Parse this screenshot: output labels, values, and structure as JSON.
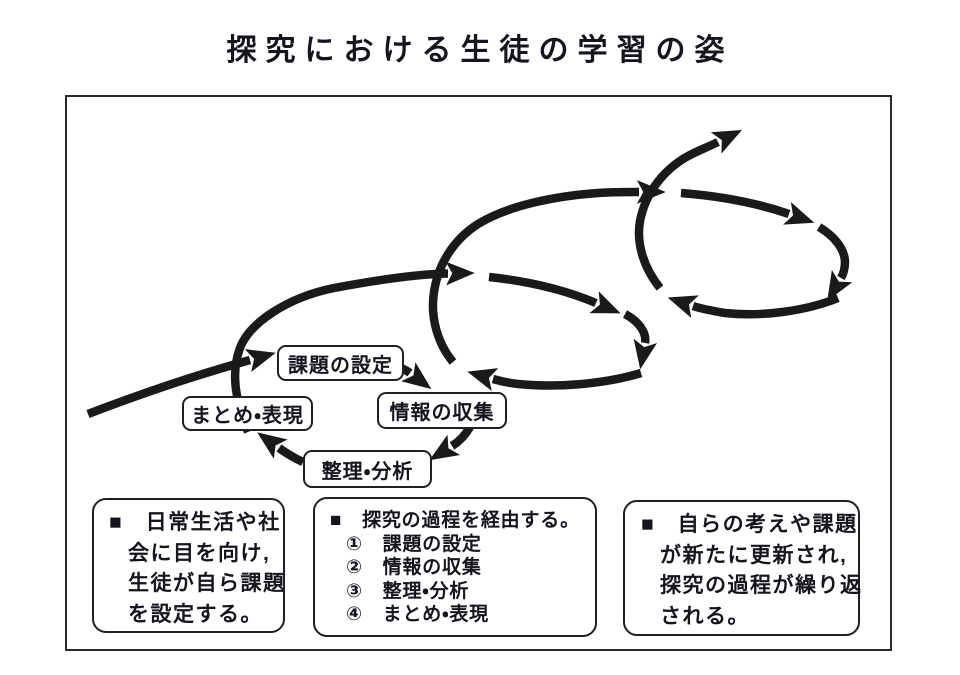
{
  "title": "探究における生徒の学習の姿",
  "colors": {
    "ink": "#1a1a1a",
    "box_border": "#1f1f27",
    "text": "#15151d",
    "background": "#ffffff"
  },
  "process": [
    {
      "label": "課題の設定"
    },
    {
      "label": "情報の収集"
    },
    {
      "label": "整理・分析"
    },
    {
      "label": "まとめ・表現"
    }
  ],
  "notes": [
    {
      "bullet": "■",
      "lines": [
        "■　日常生活や社",
        "会に目を向け,",
        "生徒が自ら課題",
        "を設定する。"
      ]
    },
    {
      "bullet": "■",
      "lines": [
        "■　探究の過程を経由する。",
        "①　課題の設定",
        "②　情報の収集",
        "③　整理・分析",
        "④　まとめ・表現"
      ]
    },
    {
      "bullet": "■",
      "lines": [
        "■　自らの考えや課題",
        "が新たに更新され,",
        "探究の過程が繰り返",
        "される。"
      ]
    }
  ]
}
